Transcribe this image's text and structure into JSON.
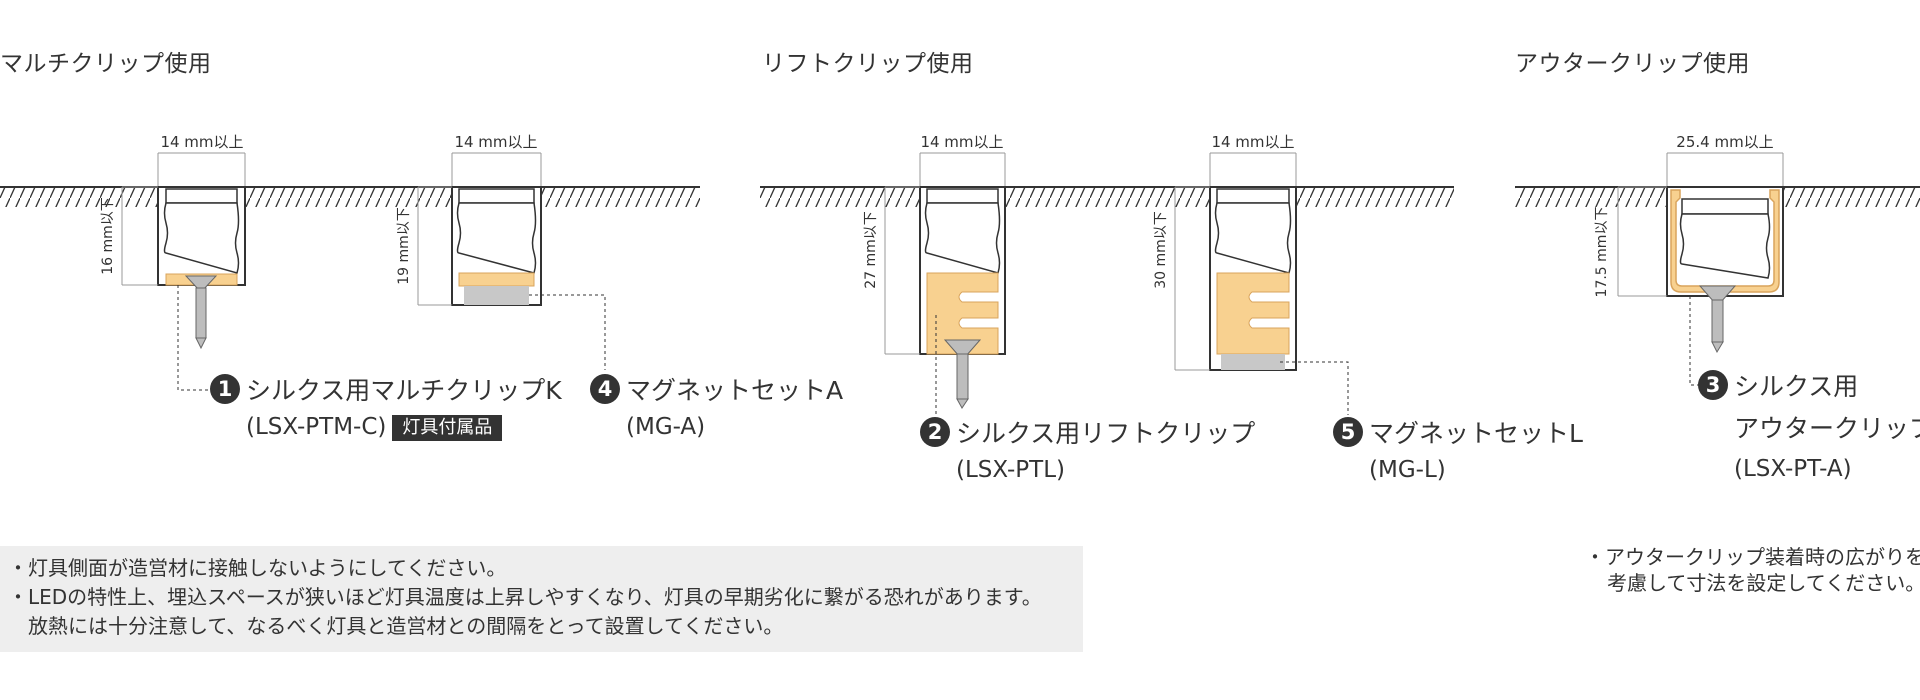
{
  "sections": {
    "multi": {
      "title": "マルチクリップ使用"
    },
    "lift": {
      "title": "リフトクリップ使用"
    },
    "outer": {
      "title": "アウタークリップ使用"
    }
  },
  "diagrams": {
    "d1": {
      "width_label": "14 mm以上",
      "depth_label": "16 mm以下"
    },
    "d2": {
      "width_label": "14 mm以上",
      "depth_label": "19 mm以下"
    },
    "d3": {
      "width_label": "14 mm以上",
      "depth_label": "27 mm以下"
    },
    "d4": {
      "width_label": "14 mm以上",
      "depth_label": "30 mm以下"
    },
    "d5": {
      "width_label": "25.4 mm以上",
      "depth_label": "17.5 mm以下"
    }
  },
  "parts": [
    {
      "number": "1",
      "name": "シルクス用マルチクリップK",
      "code": "(LSX-PTM-C)",
      "badge": "灯具付属品"
    },
    {
      "number": "4",
      "name": "マグネットセットA",
      "code": "(MG-A)"
    },
    {
      "number": "2",
      "name": "シルクス用リフトクリップ",
      "code": "(LSX-PTL)"
    },
    {
      "number": "5",
      "name": "マグネットセットL",
      "code": "(MG-L)"
    },
    {
      "number": "3",
      "name": "シルクス用",
      "name2": "アウタークリップ",
      "code": "(LSX-PT-A)"
    }
  ],
  "notes": [
    "・灯具側面が造営材に接触しないようにしてください。",
    "・LEDの特性上、埋込スペースが狭いほど灯具温度は上昇しやすくなり、灯具の早期劣化に繋がる恐れがあります。",
    "　放熱には十分注意して、なるべく灯具と造営材との間隔をとって設置してください。"
  ],
  "outer_note": [
    "・アウタークリップ装着時の広がりを",
    "考慮して寸法を設定してください。"
  ],
  "colors": {
    "line": "#333333",
    "clip": "#f8d190",
    "clip_stroke": "#d9a45c",
    "magnet": "#c8c8c8",
    "screw": "#bdbdbd",
    "dim": "#999999"
  }
}
